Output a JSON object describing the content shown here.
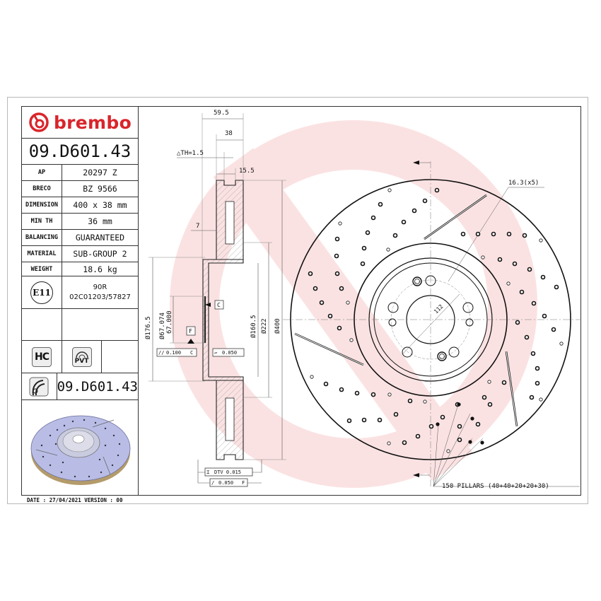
{
  "brand": {
    "name": "brembo",
    "color": "#d9252b",
    "watermark_color": "#fbe2e2"
  },
  "title_block": {
    "part_number": "09.D601.43",
    "specs": [
      {
        "key": "AP",
        "value": "20297 Z"
      },
      {
        "key": "BRECO",
        "value": "BZ 9566"
      },
      {
        "key": "DIMENSION",
        "value": "400 x 38 mm"
      },
      {
        "key": "MIN TH",
        "value": "36 mm"
      },
      {
        "key": "BALANCING",
        "value": "GUARANTEED"
      },
      {
        "key": "MATERIAL",
        "value": "SUB-GROUP 2"
      },
      {
        "key": "WEIGHT",
        "value": "18.6 kg"
      }
    ],
    "certification": {
      "badge": "E11",
      "line1": "90R",
      "line2": "02C01203/57827"
    },
    "icons": {
      "hc": "HC",
      "pvt": "PVT"
    },
    "part_number_repeat": "09.D601.43"
  },
  "footer": {
    "date_version": "DATE : 27/04/2021 VERSION : 00"
  },
  "section_view": {
    "dims": {
      "overall_width": "59.5",
      "thickness": "38",
      "delta_th": "△TH=1.5",
      "vane": "15.5",
      "hat_offset": "7",
      "dia_176": "Ø176.5",
      "dia_67_max": "Ø67.074",
      "dia_67_min": "67.000",
      "dia_160": "Ø160.5",
      "dia_222": "Ø222",
      "dia_400": "Ø400"
    },
    "datums": {
      "c": "C",
      "f": "F"
    },
    "tolerances": {
      "parallelism": {
        "symbol": "//",
        "value": "0.100",
        "datum": "C"
      },
      "flatness": {
        "symbol": "▱",
        "value": "0.050"
      },
      "dtv": {
        "symbol": "⌶",
        "value": "DTV 0.015"
      },
      "runout": {
        "symbol": "/",
        "value": "0.050",
        "datum": "F"
      }
    }
  },
  "front_view": {
    "bolt_hole_note": "16.3(x5)",
    "pcd": "112",
    "pillars_note": "150 PILLARS (40+40+20+20+30)"
  }
}
